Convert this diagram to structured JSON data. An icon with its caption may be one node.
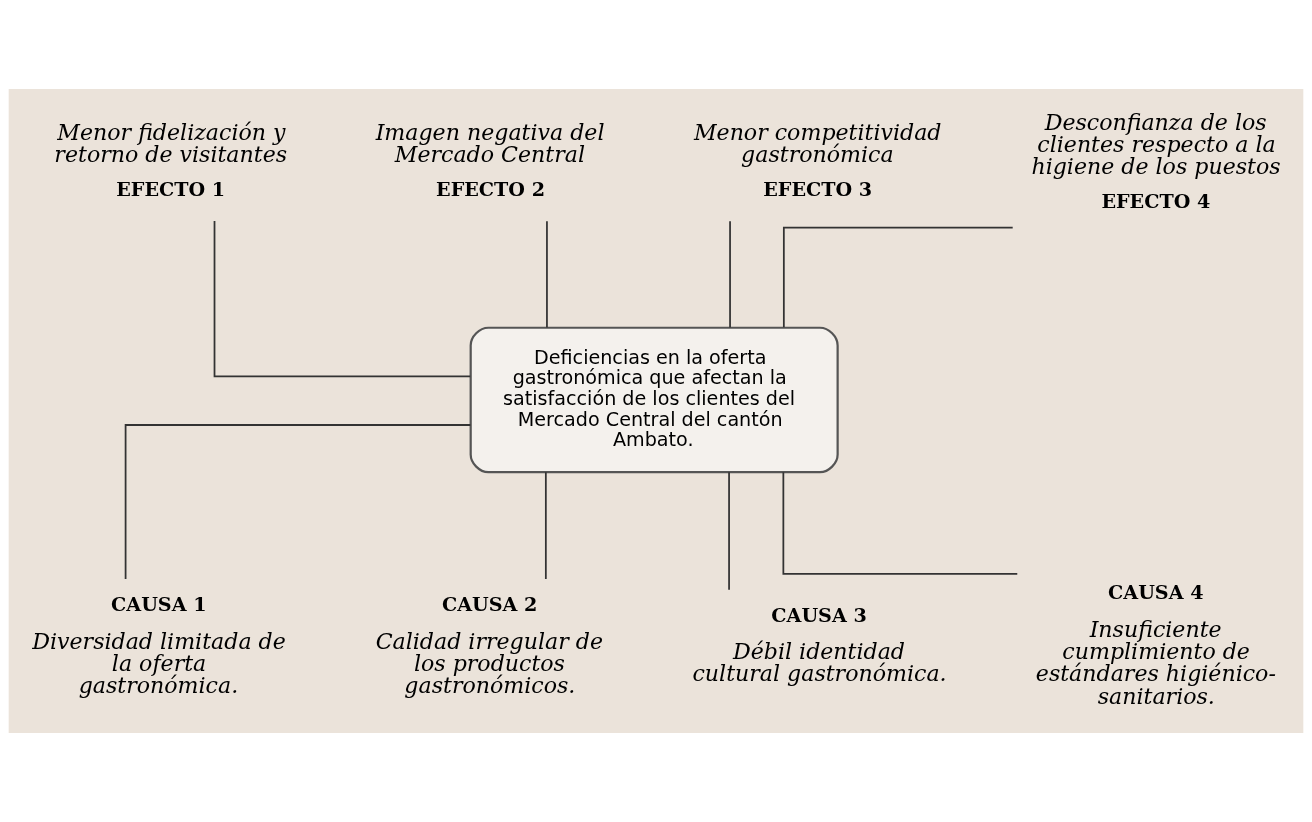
{
  "diagram": {
    "nodes": [
      {
        "text": [
          "Menor fidelización y retorno de visitantes",
          "EFECTO 1"
        ]
      },
      {
        "text": [
          "Imagen negativa del Mercado Central",
          "EFECTO 2"
        ]
      },
      {
        "text": [
          "Menor competitividad gastronómica",
          "EFECTO 3"
        ]
      },
      {
        "text": [
          "Desconfianza de los clientes respecto a la higiene de los puestos",
          "EFECTO 4"
        ]
      },
      {
        "text": [
          "Deficiencias en la oferta gastronómica que afectan la satisfacción de los clientes del Mercado Central del cantón Ambato."
        ]
      },
      {
        "text": [
          "CAUSA 1",
          "Diversidad limitada de la oferta gastronómica."
        ]
      },
      {
        "text": [
          "CAUSA 2",
          "Calidad irregular de los productos gastronómicos."
        ]
      },
      {
        "text": [
          "CAUSA 3",
          "Débil identidad cultural gastronómica."
        ]
      },
      {
        "text": [
          "CAUSA 4",
          "Insuficiente cumplimiento de estándares higiénico-sanitarios."
        ]
      }
    ],
    "edges": [
      {
        "from": 0,
        "to": 4,
        "arrow": "none"
      },
      {
        "from": 1,
        "to": 4,
        "arrow": "none"
      },
      {
        "from": 2,
        "to": 4,
        "arrow": "none"
      },
      {
        "from": 3,
        "to": 4,
        "arrow": "none"
      },
      {
        "from": 4,
        "to": 5,
        "arrow": "none"
      },
      {
        "from": 4,
        "to": 6,
        "arrow": "none"
      },
      {
        "from": 4,
        "to": 7,
        "arrow": "none"
      },
      {
        "from": 4,
        "to": 8,
        "arrow": "none"
      }
    ]
  }
}
